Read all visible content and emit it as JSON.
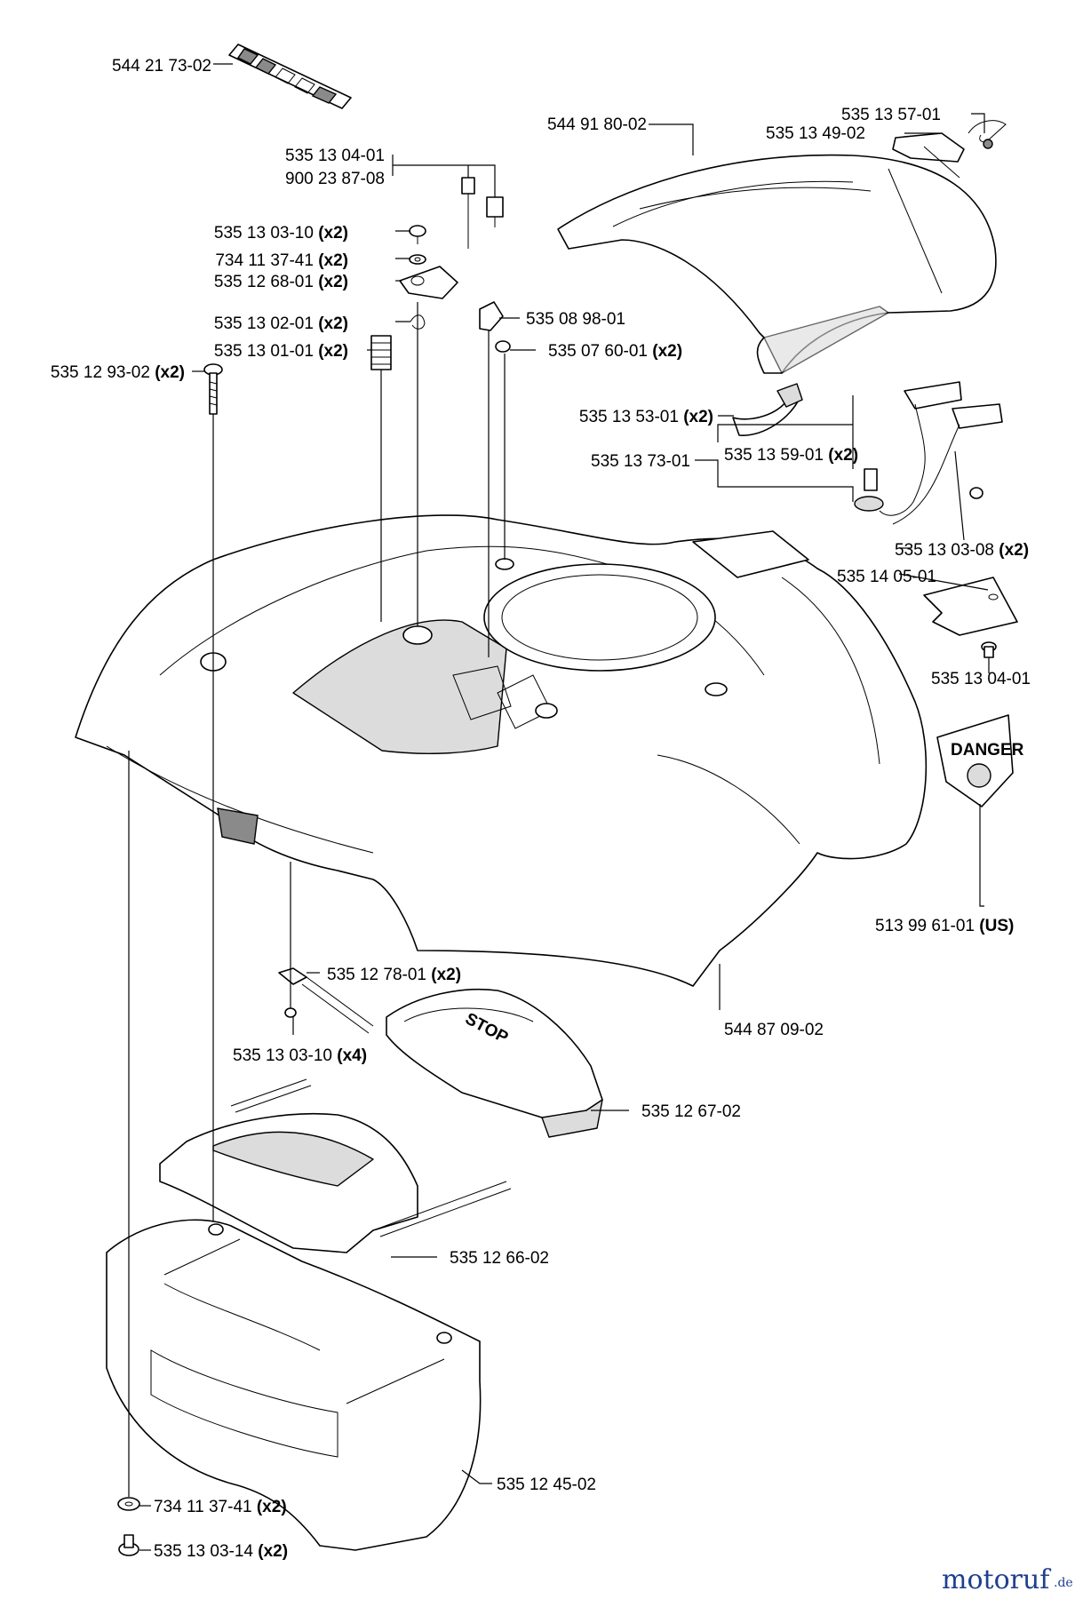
{
  "labels": [
    {
      "key": "l01",
      "part": "544 21 73-02",
      "qty": ""
    },
    {
      "key": "l02",
      "part": "544 91 80-02",
      "qty": ""
    },
    {
      "key": "l03",
      "part": "535 13 57-01",
      "qty": ""
    },
    {
      "key": "l04",
      "part": "535 13 49-02",
      "qty": ""
    },
    {
      "key": "l05",
      "part": "535 13 04-01",
      "qty": ""
    },
    {
      "key": "l06",
      "part": "900 23 87-08",
      "qty": ""
    },
    {
      "key": "l07",
      "part": "535 13 03-10",
      "qty": "(x2)"
    },
    {
      "key": "l08",
      "part": "734 11 37-41",
      "qty": "(x2)"
    },
    {
      "key": "l09",
      "part": "535 12 68-01",
      "qty": "(x2)"
    },
    {
      "key": "l10",
      "part": "535 08 98-01",
      "qty": ""
    },
    {
      "key": "l11",
      "part": "535 13 02-01",
      "qty": "(x2)"
    },
    {
      "key": "l12",
      "part": "535 13 01-01",
      "qty": "(x2)"
    },
    {
      "key": "l13",
      "part": "535 07 60-01",
      "qty": "(x2)"
    },
    {
      "key": "l14",
      "part": "535 12 93-02",
      "qty": "(x2)"
    },
    {
      "key": "l15",
      "part": "535 13 53-01",
      "qty": "(x2)"
    },
    {
      "key": "l16",
      "part": "535 13 59-01",
      "qty": "(x2)"
    },
    {
      "key": "l17",
      "part": "535 13 73-01",
      "qty": ""
    },
    {
      "key": "l18",
      "part": "535 13 03-08",
      "qty": "(x2)"
    },
    {
      "key": "l19",
      "part": "535 14 05-01",
      "qty": ""
    },
    {
      "key": "l20",
      "part": "535 13 04-01",
      "qty": ""
    },
    {
      "key": "l21",
      "part": "513 99 61-01",
      "qty": "(US)"
    },
    {
      "key": "l22",
      "part": "544 87 09-02",
      "qty": ""
    },
    {
      "key": "l23",
      "part": "535 12 78-01",
      "qty": "(x2)"
    },
    {
      "key": "l24",
      "part": "535 13 03-10",
      "qty": "(x4)"
    },
    {
      "key": "l25",
      "part": "535 12 67-02",
      "qty": ""
    },
    {
      "key": "l26",
      "part": "535 12 66-02",
      "qty": ""
    },
    {
      "key": "l27",
      "part": "535 12 45-02",
      "qty": ""
    },
    {
      "key": "l28",
      "part": "734 11 37-41",
      "qty": "(x2)"
    },
    {
      "key": "l29",
      "part": "535 13 03-14",
      "qty": "(x2)"
    }
  ],
  "decal_text": {
    "danger": "DANGER",
    "stop": "STOP"
  },
  "watermark": {
    "main": "motoruf",
    "suffix": ".de"
  },
  "colors": {
    "line": "#000000",
    "shade": "#dcdcdc",
    "dark": "#8a8a8a",
    "watermark": "#1f3f8f",
    "watermark_accent": "#e07a1f"
  },
  "icons": [
    "screw-icon",
    "washer-icon",
    "spring-icon",
    "cable-tie-icon",
    "hinge-icon",
    "danger-decal-icon",
    "warning-decal-icon"
  ]
}
